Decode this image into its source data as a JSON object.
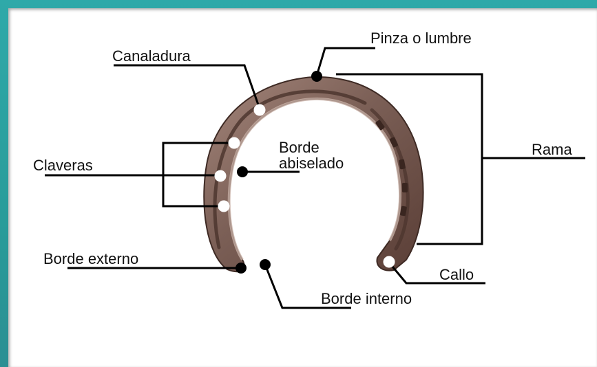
{
  "diagram": {
    "labels": {
      "pinza": "Pinza o lumbre",
      "canaladura": "Canaladura",
      "borde_abiselado_1": "Borde",
      "borde_abiselado_2": "abiselado",
      "claveras": "Claveras",
      "rama": "Rama",
      "borde_externo": "Borde externo",
      "callo": "Callo",
      "borde_interno": "Borde interno"
    },
    "colors": {
      "frame": "#2fa9a9",
      "metal_dark": "#5b3f37",
      "metal_mid": "#8a6a5f",
      "metal_light": "#b49a8f",
      "line": "#000000"
    }
  }
}
